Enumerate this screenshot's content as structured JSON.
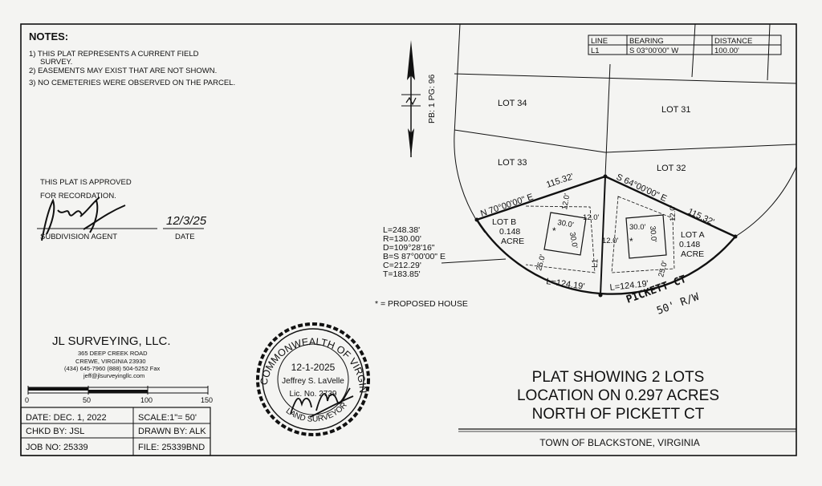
{
  "notes": {
    "heading": "NOTES:",
    "items": [
      "1) THIS PLAT REPRESENTS A CURRENT FIELD",
      "SURVEY.",
      "2) EASEMENTS MAY EXIST THAT ARE NOT SHOWN.",
      "3) NO CEMETERIES WERE OBSERVED ON THE PARCEL."
    ]
  },
  "approval": {
    "line1": "THIS PLAT IS APPROVED",
    "line2": "FOR RECORDATION.",
    "agent_label": "SUBDIVISION AGENT",
    "date_value": "12/3/25",
    "date_label": "DATE"
  },
  "north": {
    "reference": "PB: 1 PG: 96"
  },
  "line_table": {
    "headers": [
      "LINE",
      "BEARING",
      "DISTANCE"
    ],
    "row": [
      "L1",
      "S 03°00'00\" W",
      "100.00'"
    ]
  },
  "lots": {
    "lot34": "LOT 34",
    "lot31": "LOT 31",
    "lot33": "LOT 33",
    "lot32": "LOT 32",
    "lotB": "LOT B",
    "lotB_area1": "0.148",
    "lotB_area2": "ACRE",
    "lotA": "LOT A",
    "lotA_area1": "0.148",
    "lotA_area2": "ACRE"
  },
  "bearings": {
    "north_left": "N 70°00'00\" E",
    "north_left_dist": "115.32'",
    "north_right": "S 64°00'00\" E",
    "north_right_dist": "115.32'",
    "arc_left": "L=124.19'",
    "arc_right": "L=124.19'",
    "line_label": "L1"
  },
  "setbacks": {
    "b_12a": "12.0'",
    "b_12b": "12.0'",
    "b_25": "25.0'",
    "a_12a": "12.0'",
    "a_12b": "12.0'",
    "a_25": "25.0'"
  },
  "houses": {
    "b_30a": "30.0'",
    "b_30b": "30.0'",
    "a_30a": "30.0'",
    "a_30b": "30.0'",
    "star": "*"
  },
  "curve": [
    "L=248.38'",
    "R=130.00'",
    "D=109°28'16\"",
    "B=S 87°00'00\" E",
    "C=212.29'",
    "T=183.85'"
  ],
  "road": {
    "name": "PICKETT CT",
    "rw": "50' R/W"
  },
  "legend": "* = PROPOSED HOUSE",
  "company": {
    "name": "JL SURVEYING, LLC.",
    "address1": "365 DEEP CREEK ROAD",
    "address2": "CREWE, VIRGINIA 23930",
    "phones": "(434) 645-7960  (888) 504-5252 Fax",
    "email": "jeff@jlsurveyingllc.com"
  },
  "scale_bar": {
    "labels": [
      "0",
      "50",
      "100",
      "150"
    ]
  },
  "title_block": {
    "date": "DATE: DEC. 1, 2022",
    "scale": "SCALE:1\"= 50'",
    "checked": "CHKD BY: JSL",
    "drawn": "DRAWN BY: ALK",
    "job": "JOB NO: 25339",
    "file": "FILE: 25339BND"
  },
  "seal": {
    "top_text": "COMMONWEALTH OF VIRGINIA",
    "bottom_text": "LAND SURVEYOR",
    "date": "12-1-2025",
    "name": "Jeffrey S. LaVelle",
    "license": "Lic. No. 2739"
  },
  "title": {
    "line1": "PLAT SHOWING 2 LOTS",
    "line2": "LOCATION ON 0.297 ACRES",
    "line3": "NORTH OF PICKETT CT",
    "town": "TOWN OF BLACKSTONE, VIRGINIA"
  }
}
